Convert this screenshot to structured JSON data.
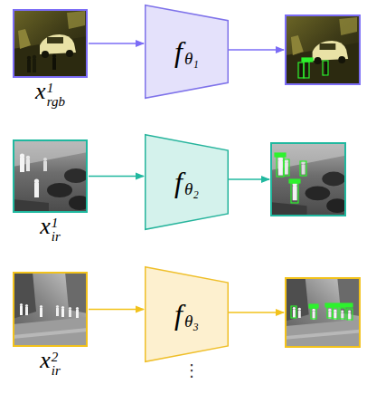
{
  "diagram": {
    "nodes": [
      {
        "text": [
          "x",
          "rgb",
          "1"
        ]
      },
      {
        "text": [
          "f",
          "θ₁"
        ]
      },
      {
        "text": [
          "x",
          "ir",
          "1"
        ]
      },
      {
        "text": [
          "f",
          "θ₂"
        ]
      },
      {
        "text": [
          "x",
          "ir",
          "2"
        ]
      },
      {
        "text": [
          "f",
          "θ₃"
        ]
      }
    ],
    "edges": [
      {
        "from": 0,
        "to": 1,
        "arrow": "to"
      },
      {
        "from": 2,
        "to": 3,
        "arrow": "to"
      },
      {
        "from": 4,
        "to": 5,
        "arrow": "to"
      }
    ],
    "labels": [
      "⋮"
    ]
  }
}
